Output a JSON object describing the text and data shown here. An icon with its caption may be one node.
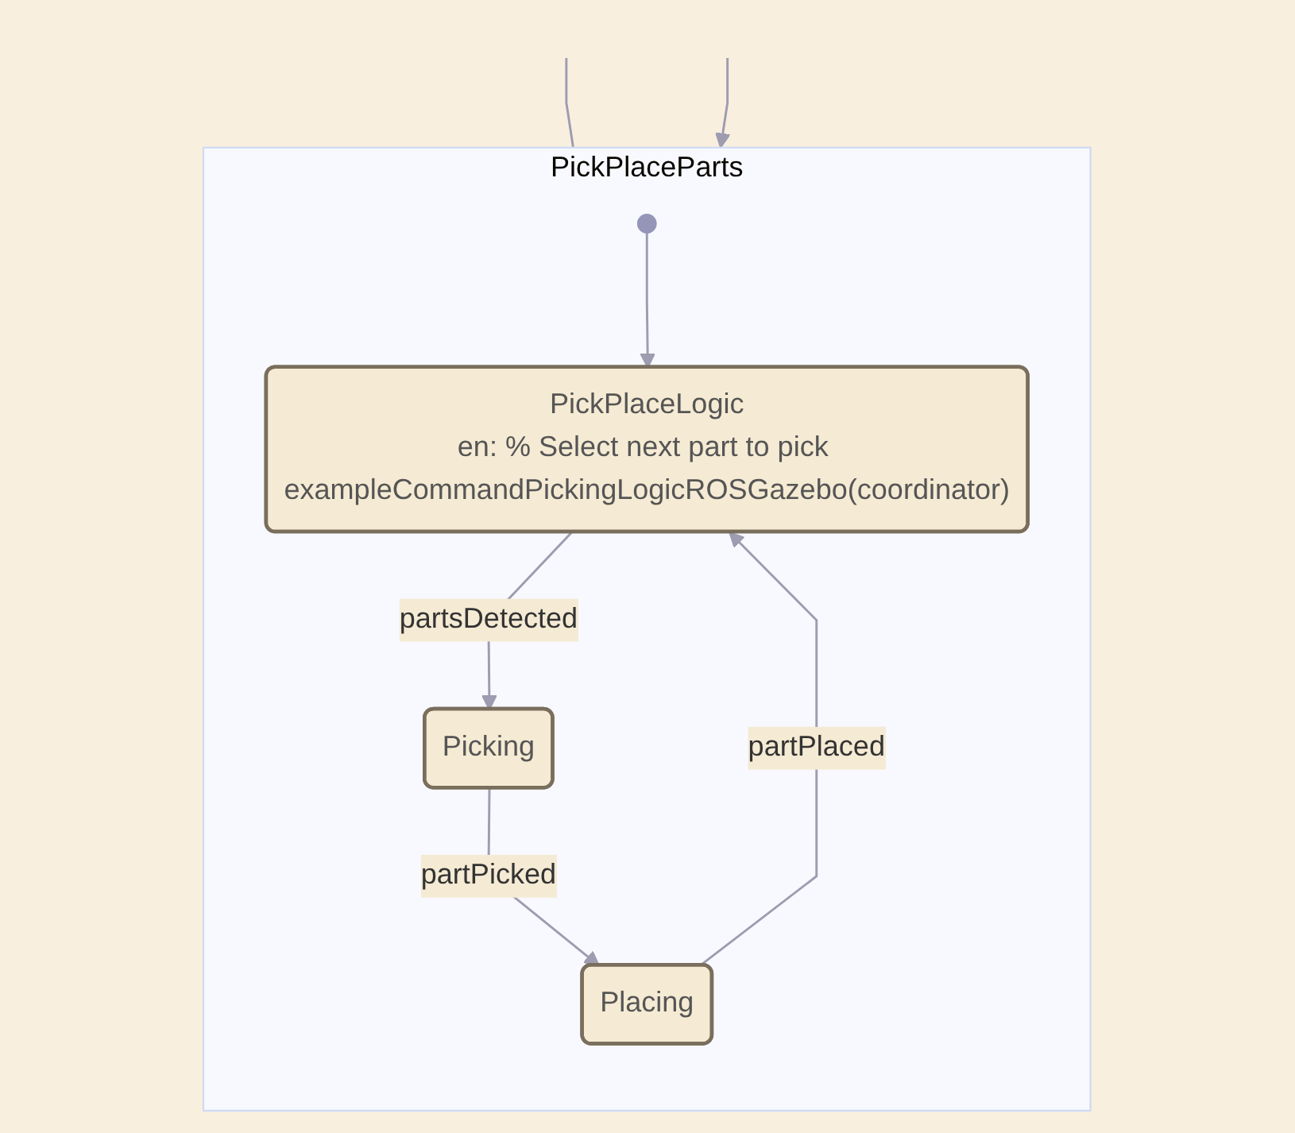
{
  "diagram": {
    "nodes": [
      {
        "text": [
          "PickPlaceParts"
        ]
      },
      {
        "text": [],
        "shape": "circle",
        "in": 0
      },
      {
        "text": [
          "PickPlaceLogic",
          "en: % Select next part to pick exampleCommandPickingLogicROSGazebo(coordinator)"
        ],
        "in": 0
      },
      {
        "text": [
          "Picking"
        ],
        "in": 0
      },
      {
        "text": [
          "Placing"
        ],
        "in": 0
      }
    ],
    "edges": [
      {
        "from": null,
        "to": 0,
        "arrow": "none"
      },
      {
        "from": null,
        "to": 0,
        "arrow": "to"
      },
      {
        "from": 1,
        "to": 2,
        "arrow": "to"
      },
      {
        "from": 2,
        "to": 3,
        "label": "partsDetected",
        "arrow": "to"
      },
      {
        "from": 3,
        "to": 4,
        "label": "partPicked",
        "arrow": "to"
      },
      {
        "from": 4,
        "to": 2,
        "label": "partPlaced",
        "arrow": "to"
      }
    ]
  }
}
